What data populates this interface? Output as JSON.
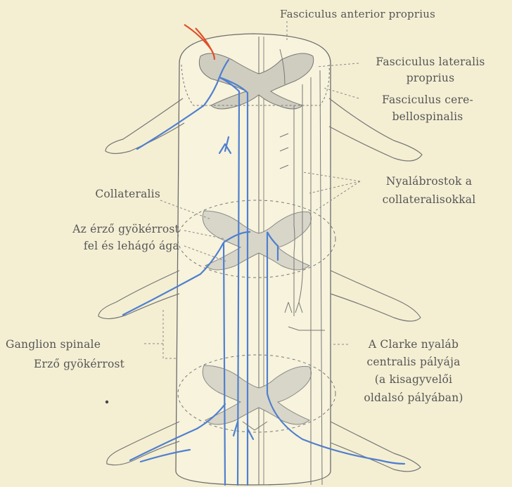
{
  "labels": {
    "fasc_ant": "Fasciculus anterior proprius",
    "fasc_lat_1": "Fasciculus lateralis",
    "fasc_lat_2": "proprius",
    "fasc_cere_1": "Fasciculus cere-",
    "fasc_cere_2": "bellospinalis",
    "nyal_1": "Nyalábrostok a",
    "nyal_2": "collateralisokkal",
    "collateralis": "Collateralis",
    "erzo_1": "Az érző gyökérrost",
    "erzo_2": "fel és lehágó ága",
    "ganglion": "Ganglion spinale",
    "erzo_gyok": "Erző gyökérrost",
    "clarke_1": "A Clarke nyaláb",
    "clarke_2": "centralis pályája",
    "clarke_3": "(a kisagyvelői",
    "clarke_4": "oldalsó pályában)"
  },
  "colors": {
    "background": "#f4efd3",
    "nerve_blue": "#4f7fd0",
    "afferent_red": "#e0502a",
    "gray_matter": "#cfcdbf",
    "line": "#6b6b6b"
  }
}
